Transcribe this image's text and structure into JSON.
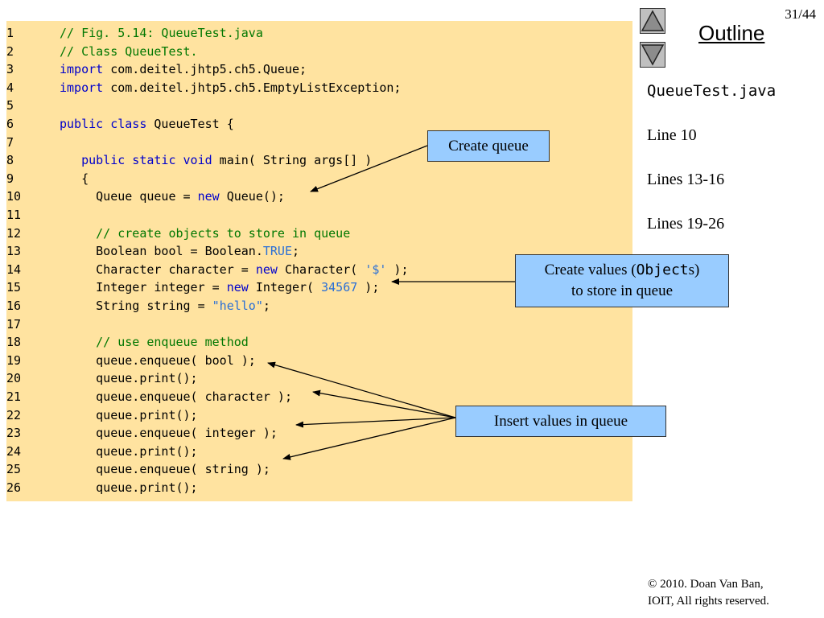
{
  "header": {
    "page_number": "31/44",
    "outline_title": "Outline"
  },
  "nav": {
    "up_icon": "up-triangle-icon",
    "down_icon": "down-triangle-icon"
  },
  "sidebar": {
    "file_name": "QueueTest.java",
    "items": [
      "Line 10",
      "Lines 13-16",
      "Lines 19-26"
    ]
  },
  "code": {
    "lines": [
      {
        "n": "1",
        "t": [
          {
            "s": "// Fig. 5.14: QueueTest.java",
            "c": "cm"
          }
        ]
      },
      {
        "n": "2",
        "t": [
          {
            "s": "// Class QueueTest.",
            "c": "cm"
          }
        ]
      },
      {
        "n": "3",
        "t": [
          {
            "s": "import",
            "c": "kw"
          },
          {
            "s": " com.deitel.jhtp5.ch5.Queue;",
            "c": ""
          }
        ]
      },
      {
        "n": "4",
        "t": [
          {
            "s": "import",
            "c": "kw"
          },
          {
            "s": " com.deitel.jhtp5.ch5.EmptyListException;",
            "c": ""
          }
        ]
      },
      {
        "n": "5",
        "t": []
      },
      {
        "n": "6",
        "t": [
          {
            "s": "public class",
            "c": "kw"
          },
          {
            "s": " QueueTest {",
            "c": ""
          }
        ]
      },
      {
        "n": "7",
        "t": []
      },
      {
        "n": "8",
        "t": [
          {
            "s": "   ",
            "c": ""
          },
          {
            "s": "public static void",
            "c": "kw"
          },
          {
            "s": " main( String args[] )",
            "c": ""
          }
        ]
      },
      {
        "n": "9",
        "t": [
          {
            "s": "   {",
            "c": ""
          }
        ]
      },
      {
        "n": "10",
        "t": [
          {
            "s": "     Queue queue = ",
            "c": ""
          },
          {
            "s": "new",
            "c": "kw"
          },
          {
            "s": " Queue();",
            "c": ""
          }
        ]
      },
      {
        "n": "11",
        "t": []
      },
      {
        "n": "12",
        "t": [
          {
            "s": "     // create objects to store in queue",
            "c": "cm"
          }
        ]
      },
      {
        "n": "13",
        "t": [
          {
            "s": "     Boolean bool = Boolean.",
            "c": ""
          },
          {
            "s": "TRUE",
            "c": "lit"
          },
          {
            "s": ";",
            "c": ""
          }
        ]
      },
      {
        "n": "14",
        "t": [
          {
            "s": "     Character character = ",
            "c": ""
          },
          {
            "s": "new",
            "c": "kw"
          },
          {
            "s": " Character( ",
            "c": ""
          },
          {
            "s": "'$'",
            "c": "lit"
          },
          {
            "s": " );",
            "c": ""
          }
        ]
      },
      {
        "n": "15",
        "t": [
          {
            "s": "     Integer integer = ",
            "c": ""
          },
          {
            "s": "new",
            "c": "kw"
          },
          {
            "s": " Integer( ",
            "c": ""
          },
          {
            "s": "34567",
            "c": "lit"
          },
          {
            "s": " );",
            "c": ""
          }
        ]
      },
      {
        "n": "16",
        "t": [
          {
            "s": "     String string = ",
            "c": ""
          },
          {
            "s": "\"hello\"",
            "c": "lit"
          },
          {
            "s": ";",
            "c": ""
          }
        ]
      },
      {
        "n": "17",
        "t": []
      },
      {
        "n": "18",
        "t": [
          {
            "s": "     // use enqueue method",
            "c": "cm"
          }
        ]
      },
      {
        "n": "19",
        "t": [
          {
            "s": "     queue.enqueue( bool );",
            "c": ""
          }
        ]
      },
      {
        "n": "20",
        "t": [
          {
            "s": "     queue.print();",
            "c": ""
          }
        ]
      },
      {
        "n": "21",
        "t": [
          {
            "s": "     queue.enqueue( character );",
            "c": ""
          }
        ]
      },
      {
        "n": "22",
        "t": [
          {
            "s": "     queue.print();",
            "c": ""
          }
        ]
      },
      {
        "n": "23",
        "t": [
          {
            "s": "     queue.enqueue( integer );",
            "c": ""
          }
        ]
      },
      {
        "n": "24",
        "t": [
          {
            "s": "     queue.print();",
            "c": ""
          }
        ]
      },
      {
        "n": "25",
        "t": [
          {
            "s": "     queue.enqueue( string );",
            "c": ""
          }
        ]
      },
      {
        "n": "26",
        "t": [
          {
            "s": "     queue.print();",
            "c": ""
          }
        ]
      }
    ]
  },
  "callouts": {
    "create_queue": "Create queue",
    "create_values_pre": "Create values (",
    "create_values_mono": "Object",
    "create_values_post": "s)",
    "create_values_line2": "to store in queue",
    "insert_values": "Insert values in queue"
  },
  "footer": {
    "line1": "© 2010.  Doan Van Ban,",
    "line2": "IOIT, All rights reserved."
  },
  "colors": {
    "code_bg": "#ffe3a0",
    "callout_bg": "#99ccff",
    "keyword": "#0000cc",
    "comment": "#007700",
    "literal": "#2a6fd6"
  }
}
